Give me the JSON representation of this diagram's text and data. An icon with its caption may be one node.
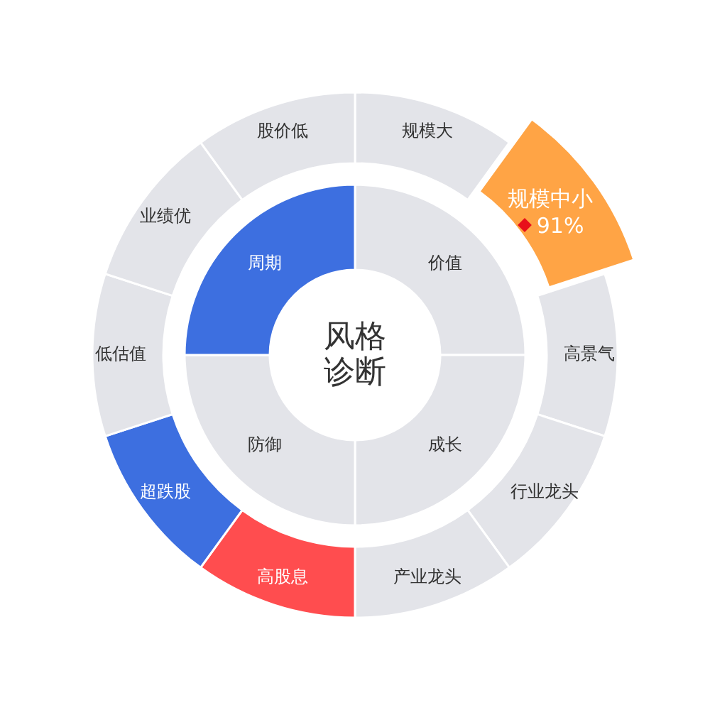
{
  "diagram": {
    "nodes": [
      {
        "text": [
          "风格诊断"
        ]
      },
      {
        "text": [
          "价值"
        ]
      },
      {
        "text": [
          "成长"
        ]
      },
      {
        "text": [
          "防御"
        ]
      },
      {
        "text": [
          "周期"
        ]
      },
      {
        "text": [
          "规模大"
        ]
      },
      {
        "text": [
          "规模中小",
          "91%"
        ]
      },
      {
        "text": [
          "高景气"
        ]
      },
      {
        "text": [
          "行业龙头"
        ]
      },
      {
        "text": [
          "产业龙头"
        ]
      },
      {
        "text": [
          "高股息"
        ]
      },
      {
        "text": [
          "超跌股"
        ]
      },
      {
        "text": [
          "低估值"
        ]
      },
      {
        "text": [
          "业绩优"
        ]
      },
      {
        "text": [
          "股价低"
        ]
      }
    ]
  }
}
